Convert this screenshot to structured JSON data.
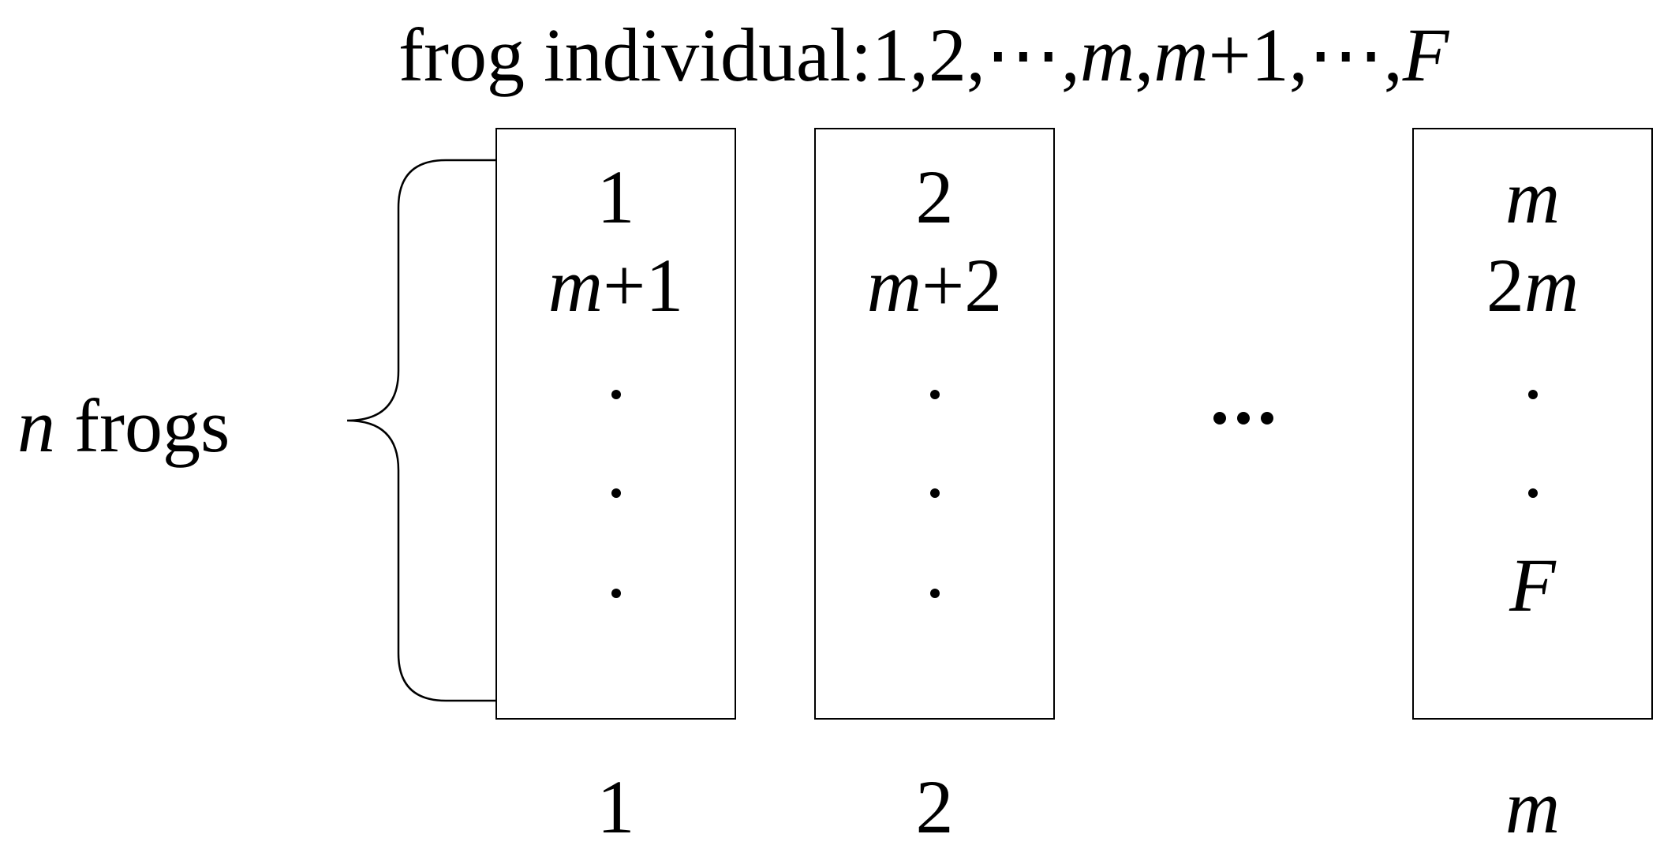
{
  "title": {
    "prefix": "frog individual:1,2,",
    "ellipsis": "⋯",
    "sep1": ",",
    "m": "m",
    "sep2": ",",
    "m2": "m",
    "plus1": "+1,",
    "ellipsis2": "⋯",
    "sep3": ",",
    "F": "F"
  },
  "side_label": {
    "n": "n",
    "frogs": " frogs"
  },
  "boxes": [
    {
      "top_var": "",
      "top_num": "1",
      "mid_var": "m",
      "mid_num": "+1",
      "last_var": "",
      "bottom": "1",
      "bottom_var": ""
    },
    {
      "top_var": "",
      "top_num": "2",
      "mid_var": "m",
      "mid_num": "+2",
      "last_var": "",
      "bottom": "2",
      "bottom_var": ""
    },
    {
      "top_var": "m",
      "top_num": "",
      "mid_num_pre": "2",
      "mid_var": "m",
      "last_var": "F",
      "bottom": "",
      "bottom_var": "m"
    }
  ],
  "between_ellipsis": "…"
}
